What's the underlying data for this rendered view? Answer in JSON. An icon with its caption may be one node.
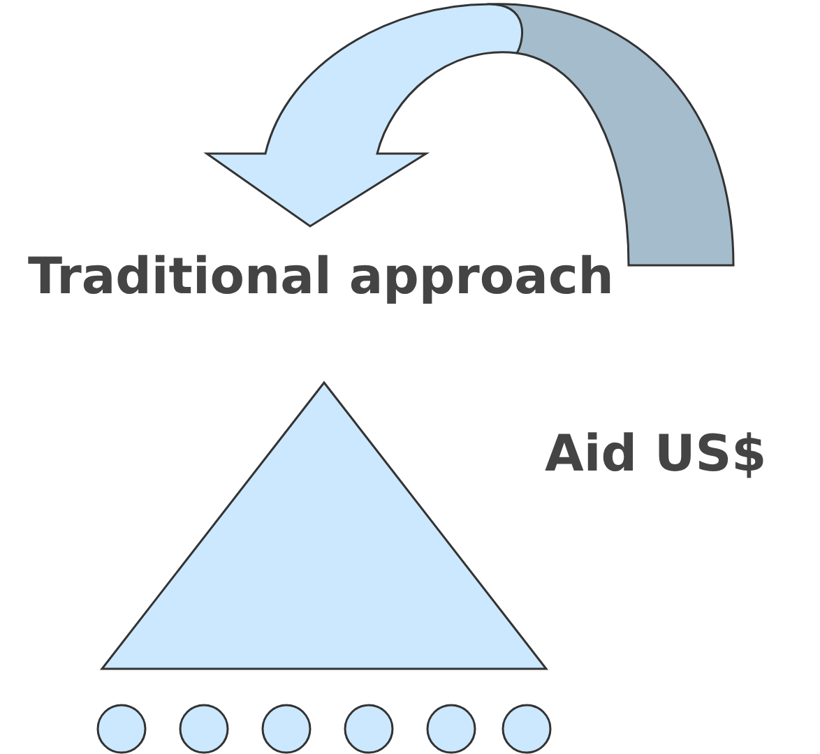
{
  "diagram": {
    "nodes": [
      {
        "text": [],
        "shape": "triangle"
      },
      {
        "text": [],
        "shape": "circle"
      },
      {
        "text": [],
        "shape": "circle"
      },
      {
        "text": [],
        "shape": "circle"
      },
      {
        "text": [],
        "shape": "circle"
      },
      {
        "text": [],
        "shape": "circle"
      },
      {
        "text": [],
        "shape": "circle"
      }
    ],
    "labels": [
      "Traditional approach",
      "Aid US$"
    ]
  }
}
